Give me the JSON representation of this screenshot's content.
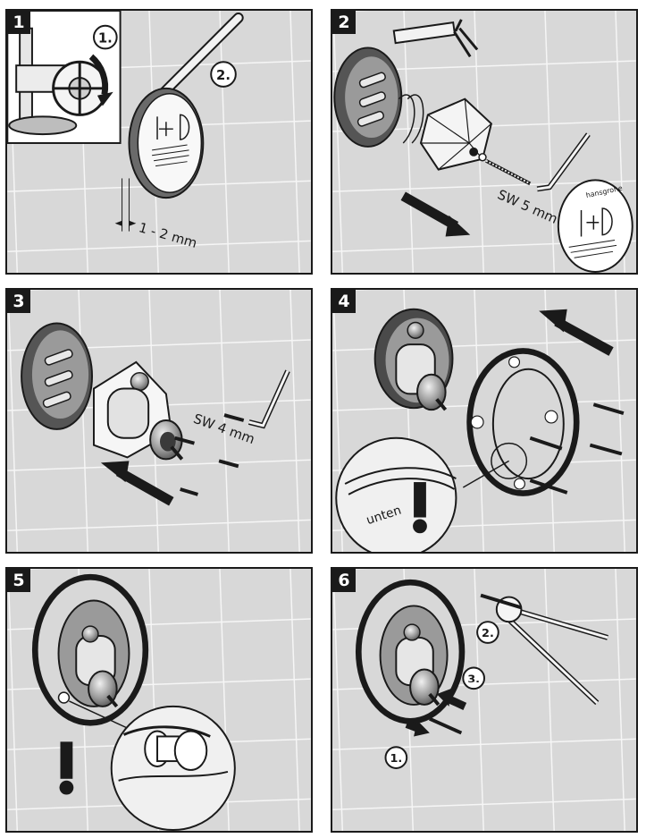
{
  "steps": [
    {
      "number": "1",
      "labels": {
        "sub1": "1.",
        "sub2": "2.",
        "measure": "1 - 2 mm"
      }
    },
    {
      "number": "2",
      "labels": {
        "wrench": "SW 5 mm",
        "brand": "hansgrohe"
      }
    },
    {
      "number": "3",
      "labels": {
        "wrench": "SW 4 mm"
      }
    },
    {
      "number": "4",
      "labels": {
        "callout": "unten"
      }
    },
    {
      "number": "5",
      "labels": {}
    },
    {
      "number": "6",
      "labels": {
        "sub1": "1.",
        "sub2": "2.",
        "sub3": "3."
      }
    }
  ],
  "colors": {
    "wall": "#d8d8d8",
    "grout": "#f4f4f4",
    "ink": "#1a1a1a",
    "metal": "#8a8a8a",
    "dark": "#4a4a4a"
  }
}
